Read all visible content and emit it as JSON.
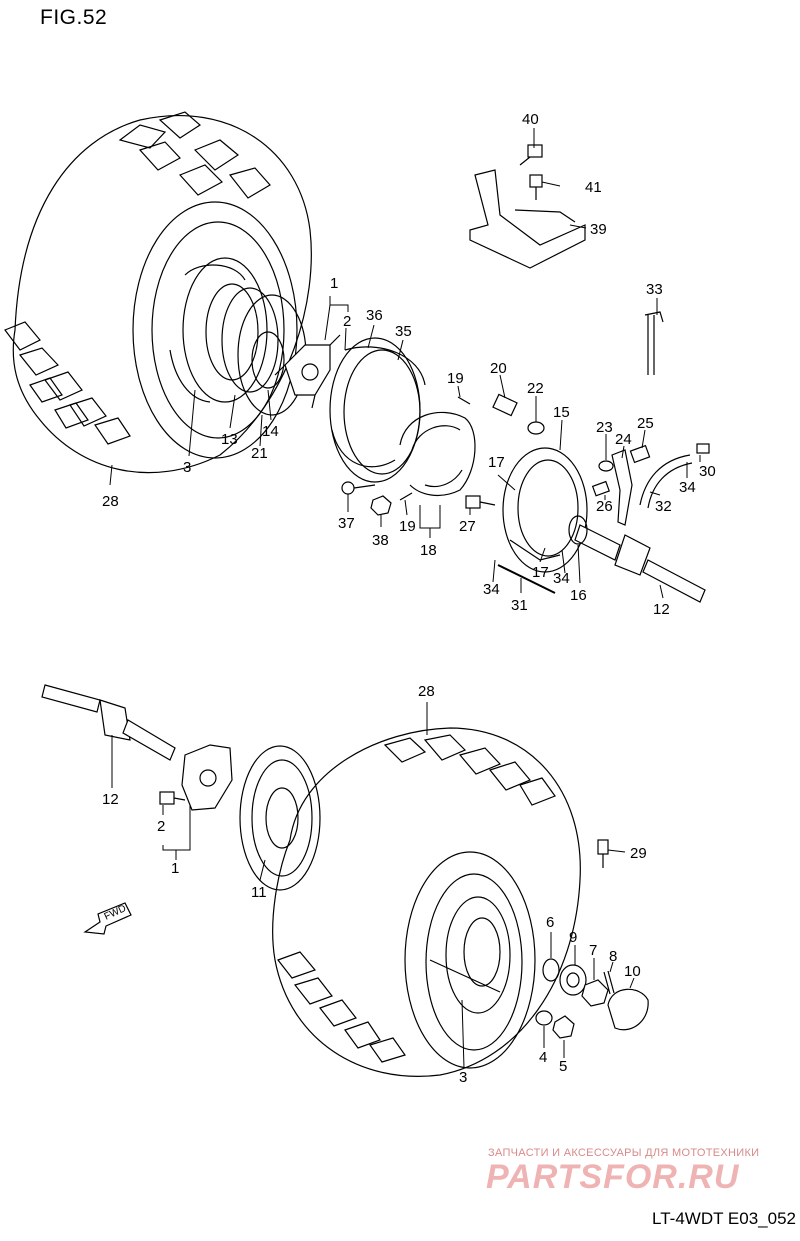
{
  "figure_title": "FIG.52",
  "diagram_code": "LT-4WDT E03_052",
  "watermark": {
    "tagline": "ЗАПЧАСТИ И АКСЕССУАРЫ ДЛЯ МОТОТЕХНИКИ",
    "logo": "PARTSFOR.RU"
  },
  "fwd_label": "FWD",
  "callouts": {
    "c40": "40",
    "c41": "41",
    "c39": "39",
    "c33": "33",
    "c1a": "1",
    "c2a": "2",
    "c36": "36",
    "c35": "35",
    "c19a": "19",
    "c20": "20",
    "c22": "22",
    "c15": "15",
    "c23": "23",
    "c24": "24",
    "c25": "25",
    "c30": "30",
    "c34a": "34",
    "c32": "32",
    "c26": "26",
    "c17a": "17",
    "c27": "27",
    "c37": "37",
    "c38": "38",
    "c19b": "19",
    "c18": "18",
    "c17b": "17",
    "c34b": "34",
    "c34c": "34",
    "c31": "31",
    "c16": "16",
    "c12a": "12",
    "c13": "13",
    "c14": "14",
    "c21": "21",
    "c3a": "3",
    "c28a": "28",
    "c28b": "28",
    "c12b": "12",
    "c2b": "2",
    "c1b": "1",
    "c11": "11",
    "c29": "29",
    "c6": "6",
    "c9": "9",
    "c7": "7",
    "c8": "8",
    "c10": "10",
    "c4": "4",
    "c5": "5",
    "c3b": "3"
  }
}
